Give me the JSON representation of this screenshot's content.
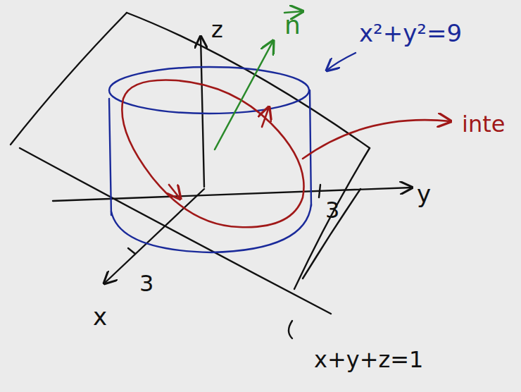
{
  "diagram": {
    "labels": [
      "z",
      "n",
      "x²+y²=9",
      "inte",
      "y",
      "3",
      "3",
      "x",
      "x+y+z=1"
    ]
  }
}
